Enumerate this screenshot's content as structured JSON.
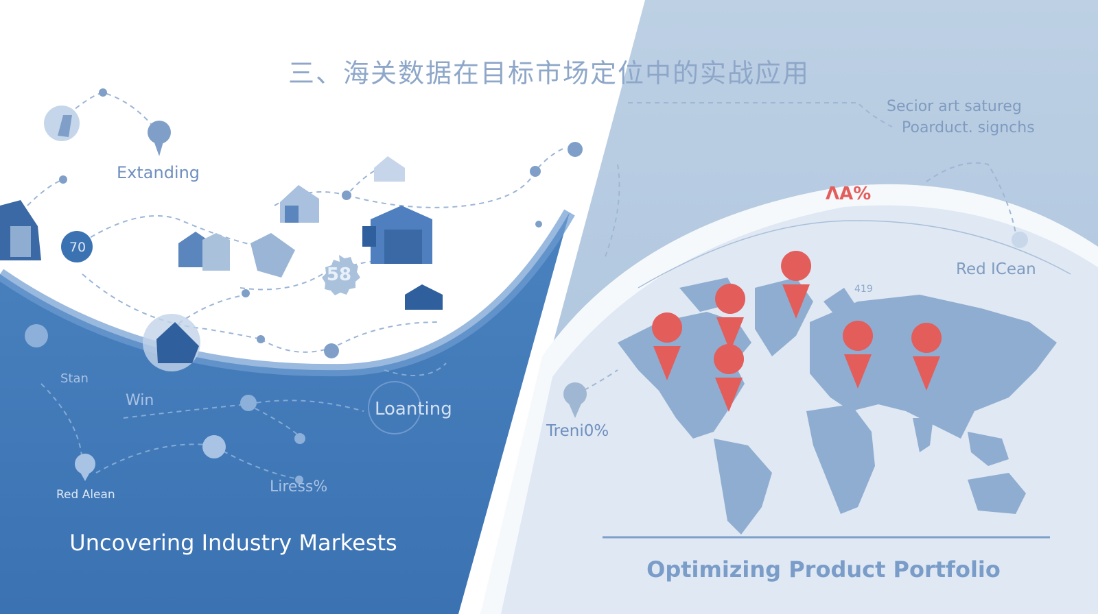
{
  "slide": {
    "title": "三、海关数据在目标市场定位中的实战应用"
  },
  "left_panel": {
    "caption": "Uncovering Industry Markests",
    "labels": {
      "extanding": "Extanding",
      "stan": "Stan",
      "win": "Win",
      "loanting": "Loanting",
      "liress": "Liress%",
      "red_alean": "Red Alean",
      "badge_70": "70",
      "badge_58": "58"
    }
  },
  "right_panel": {
    "caption": "Optimizing Product Portfolio",
    "labels": {
      "secior": "Secior art satureg",
      "poarduct": "Poarduct. signchs",
      "percent": "ΛA%",
      "red_ocean": "Red ICean",
      "treni": "Treni0%",
      "map_note": "419"
    }
  },
  "colors": {
    "deep_blue": "#3f77b6",
    "pale_blue": "#bacfe3",
    "map_blue": "#8fadd0",
    "pin_red": "#e35d5b"
  },
  "icons": [
    "building-icon",
    "house-icon",
    "map-pin-icon",
    "location-marker-icon",
    "network-node-icon"
  ]
}
